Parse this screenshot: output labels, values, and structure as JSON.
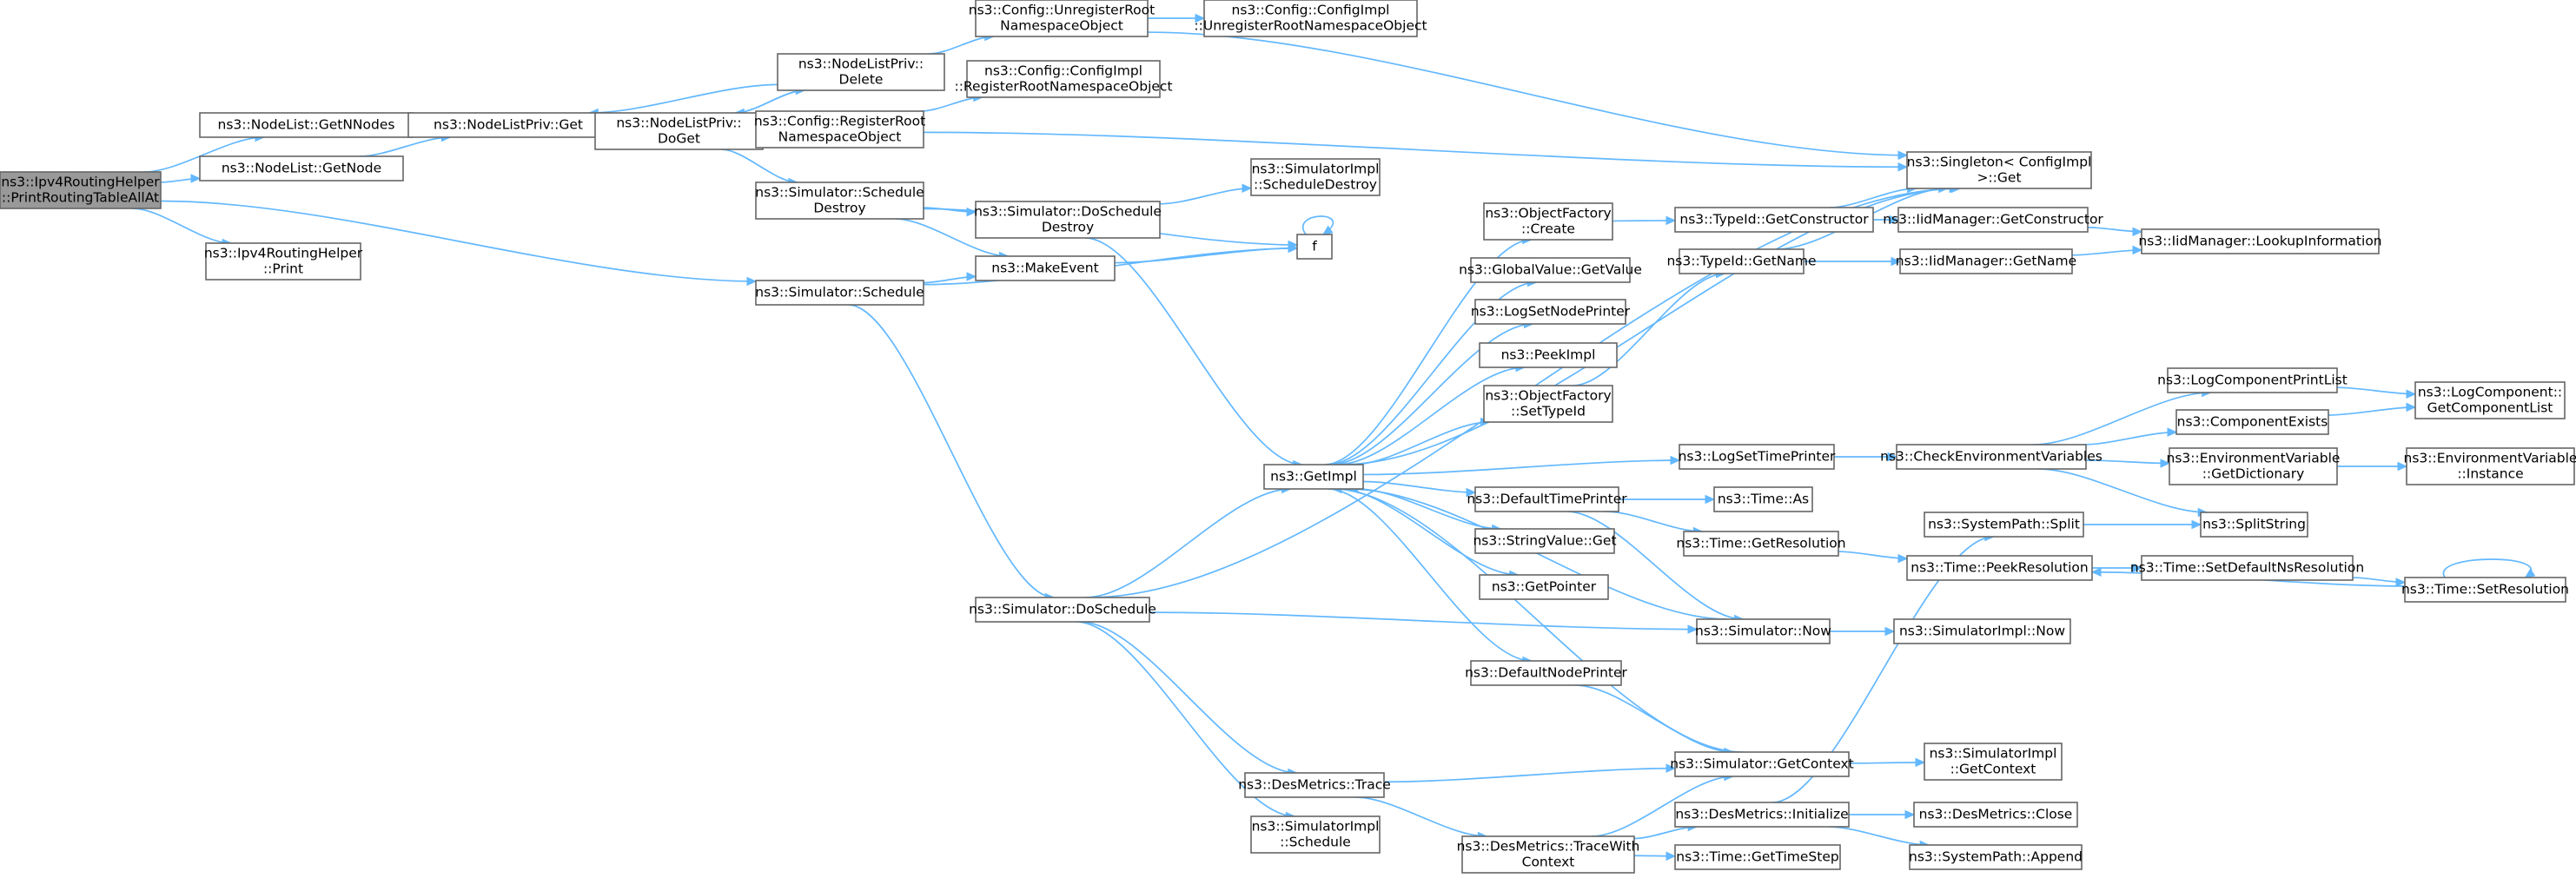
{
  "nodes": [
    {
      "id": "root",
      "lines": [
        "ns3::Ipv4RoutingHelper",
        "::PrintRoutingTableAllAt"
      ],
      "root": true
    },
    {
      "id": "getNNodes",
      "lines": [
        "ns3::NodeList::GetNNodes"
      ]
    },
    {
      "id": "getNode",
      "lines": [
        "ns3::NodeList::GetNode"
      ]
    },
    {
      "id": "print",
      "lines": [
        "ns3::Ipv4RoutingHelper",
        "::Print"
      ]
    },
    {
      "id": "nlpGet",
      "lines": [
        "ns3::NodeListPriv::Get"
      ]
    },
    {
      "id": "nlpDelete",
      "lines": [
        "ns3::NodeListPriv::",
        "Delete"
      ]
    },
    {
      "id": "nlpDoGet",
      "lines": [
        "ns3::NodeListPriv::",
        "DoGet"
      ]
    },
    {
      "id": "cfgUnreg",
      "lines": [
        "ns3::Config::UnregisterRoot",
        "NamespaceObject"
      ]
    },
    {
      "id": "cfgImplUnreg",
      "lines": [
        "ns3::Config::ConfigImpl",
        "::UnregisterRootNamespaceObject"
      ]
    },
    {
      "id": "cfgImplReg",
      "lines": [
        "ns3::Config::ConfigImpl",
        "::RegisterRootNamespaceObject"
      ]
    },
    {
      "id": "cfgReg",
      "lines": [
        "ns3::Config::RegisterRoot",
        "NamespaceObject"
      ]
    },
    {
      "id": "singleton",
      "lines": [
        "ns3::Singleton< ConfigImpl",
        " >::Get"
      ]
    },
    {
      "id": "simSchedDestroy",
      "lines": [
        "ns3::Simulator::Schedule",
        "Destroy"
      ]
    },
    {
      "id": "simDoSchedDestroy",
      "lines": [
        "ns3::Simulator::DoSchedule",
        "Destroy"
      ]
    },
    {
      "id": "simImplSchedDestroy",
      "lines": [
        "ns3::SimulatorImpl",
        "::ScheduleDestroy"
      ]
    },
    {
      "id": "f",
      "lines": [
        "f"
      ]
    },
    {
      "id": "makeEvent",
      "lines": [
        "ns3::MakeEvent"
      ]
    },
    {
      "id": "simSchedule",
      "lines": [
        "ns3::Simulator::Schedule"
      ]
    },
    {
      "id": "objFactCreate",
      "lines": [
        "ns3::ObjectFactory",
        "::Create"
      ]
    },
    {
      "id": "typeIdGetCtor",
      "lines": [
        "ns3::TypeId::GetConstructor"
      ]
    },
    {
      "id": "iidGetCtor",
      "lines": [
        "ns3::IidManager::GetConstructor"
      ]
    },
    {
      "id": "iidLookup",
      "lines": [
        "ns3::IidManager::LookupInformation"
      ]
    },
    {
      "id": "globalValue",
      "lines": [
        "ns3::GlobalValue::GetValue"
      ]
    },
    {
      "id": "typeIdGetName",
      "lines": [
        "ns3::TypeId::GetName"
      ]
    },
    {
      "id": "iidGetName",
      "lines": [
        "ns3::IidManager::GetName"
      ]
    },
    {
      "id": "logSetNode",
      "lines": [
        "ns3::LogSetNodePrinter"
      ]
    },
    {
      "id": "peekImpl",
      "lines": [
        "ns3::PeekImpl"
      ]
    },
    {
      "id": "objFactSetTypeId",
      "lines": [
        "ns3::ObjectFactory",
        "::SetTypeId"
      ]
    },
    {
      "id": "getImpl",
      "lines": [
        "ns3::GetImpl"
      ]
    },
    {
      "id": "logSetTime",
      "lines": [
        "ns3::LogSetTimePrinter"
      ]
    },
    {
      "id": "checkEnv",
      "lines": [
        "ns3::CheckEnvironmentVariables"
      ]
    },
    {
      "id": "logCompPrintList",
      "lines": [
        "ns3::LogComponentPrintList"
      ]
    },
    {
      "id": "logCompGetList",
      "lines": [
        "ns3::LogComponent::",
        "GetComponentList"
      ]
    },
    {
      "id": "compExists",
      "lines": [
        "ns3::ComponentExists"
      ]
    },
    {
      "id": "envGetDict",
      "lines": [
        "ns3::EnvironmentVariable",
        "::GetDictionary"
      ]
    },
    {
      "id": "envInstance",
      "lines": [
        "ns3::EnvironmentVariable",
        "::Instance"
      ]
    },
    {
      "id": "splitString",
      "lines": [
        "ns3::SplitString"
      ]
    },
    {
      "id": "defTimePrinter",
      "lines": [
        "ns3::DefaultTimePrinter"
      ]
    },
    {
      "id": "timeAs",
      "lines": [
        "ns3::Time::As"
      ]
    },
    {
      "id": "strValueGet",
      "lines": [
        "ns3::StringValue::Get"
      ]
    },
    {
      "id": "timeGetRes",
      "lines": [
        "ns3::Time::GetResolution"
      ]
    },
    {
      "id": "sysPathSplit",
      "lines": [
        "ns3::SystemPath::Split"
      ]
    },
    {
      "id": "timePeekRes",
      "lines": [
        "ns3::Time::PeekResolution"
      ]
    },
    {
      "id": "timeSetDefNs",
      "lines": [
        "ns3::Time::SetDefaultNsResolution"
      ]
    },
    {
      "id": "timeSetRes",
      "lines": [
        "ns3::Time::SetResolution"
      ]
    },
    {
      "id": "getPointer",
      "lines": [
        "ns3::GetPointer"
      ]
    },
    {
      "id": "simDoSchedule",
      "lines": [
        "ns3::Simulator::DoSchedule"
      ]
    },
    {
      "id": "simNow",
      "lines": [
        "ns3::Simulator::Now"
      ]
    },
    {
      "id": "simImplNow",
      "lines": [
        "ns3::SimulatorImpl::Now"
      ]
    },
    {
      "id": "defNodePrinter",
      "lines": [
        "ns3::DefaultNodePrinter"
      ]
    },
    {
      "id": "simGetContext",
      "lines": [
        "ns3::Simulator::GetContext"
      ]
    },
    {
      "id": "simImplGetContext",
      "lines": [
        "ns3::SimulatorImpl",
        "::GetContext"
      ]
    },
    {
      "id": "desTrace",
      "lines": [
        "ns3::DesMetrics::Trace"
      ]
    },
    {
      "id": "desInit",
      "lines": [
        "ns3::DesMetrics::Initialize"
      ]
    },
    {
      "id": "desClose",
      "lines": [
        "ns3::DesMetrics::Close"
      ]
    },
    {
      "id": "simImplSchedule",
      "lines": [
        "ns3::SimulatorImpl",
        "::Schedule"
      ]
    },
    {
      "id": "desTraceWith",
      "lines": [
        "ns3::DesMetrics::TraceWith",
        "Context"
      ]
    },
    {
      "id": "timeGetStep",
      "lines": [
        "ns3::Time::GetTimeStep"
      ]
    },
    {
      "id": "sysPathAppend",
      "lines": [
        "ns3::SystemPath::Append"
      ]
    }
  ]
}
